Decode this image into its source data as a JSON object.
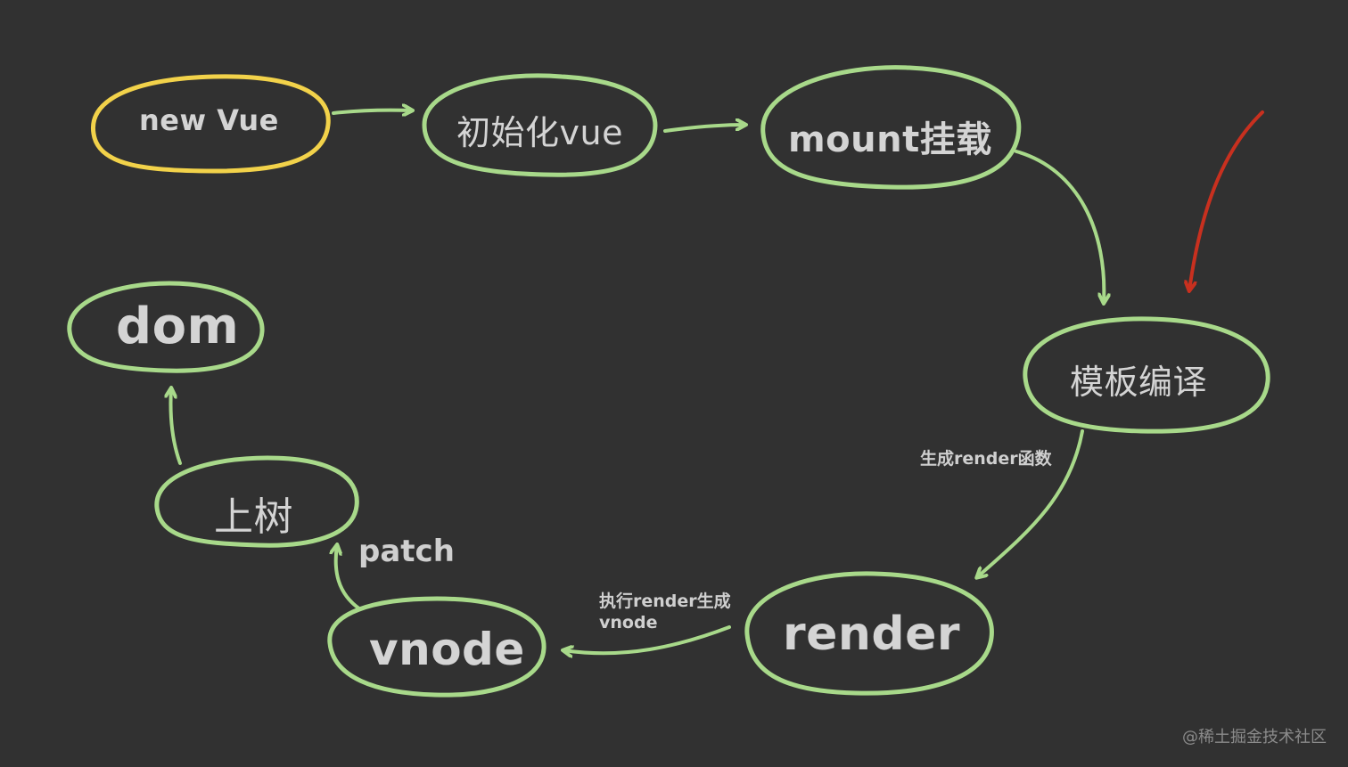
{
  "nodes": {
    "new_vue": "new Vue",
    "init_vue": "初始化vue",
    "mount": "mount挂载",
    "template_compile": "模板编译",
    "render": "render",
    "vnode": "vnode",
    "up_tree": "上树",
    "dom": "dom"
  },
  "edges": {
    "generate_render_fn": "生成render函数",
    "exec_render_line1": "执行render生成",
    "exec_render_line2": "vnode",
    "patch": "patch"
  },
  "watermark": "@稀土掘金技术社区",
  "colors": {
    "background": "#313131",
    "start_outline": "#f2d24a",
    "outline": "#a8d98a",
    "highlight_arrow": "#c8301f",
    "text": "#d4d4d4"
  }
}
